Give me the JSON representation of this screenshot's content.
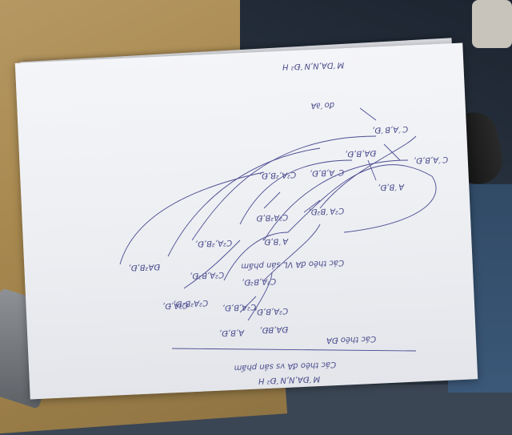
{
  "scene": {
    "description_free": true,
    "colors": {
      "desk": "#a8894f",
      "paper": "#eef0f4",
      "ink": "#4a4a8c",
      "background": "#2a3440"
    }
  },
  "notes": {
    "top_label": "M´DA,N,N´Đ² H",
    "top_sub": "đo´∂A",
    "nodes": [
      "C´A,B´Đ,",
      "C´A,B,Đ,",
      "ĐA,B,Đ,",
      "A´B,Đ,",
      "C´A,B,Đ,",
      "C²A,²B,Đ,",
      "C²A´B²Đ,",
      "C²A²B,Đ",
      "A´B,Đ,",
      "C²A,²B,Đ,",
      "ĐA²B,Đ,",
      "C²A,B²Đ,",
      "C²A,B²Đ,",
      "C²A²B²Đ,",
      "C²A,B,Đ,",
      "C²A,Đ,",
      "C²A,B,Đ,",
      "A,B,Đ,",
      "ĐA,BĐ,"
    ],
    "heading_mid": "Các thêo đA VL sản phẩm",
    "heading_low": "Các thêo ĐA",
    "footer": "Các thêo đA vs sản phẩm",
    "footer2": "M´ĐA,N,N´Đ² H"
  }
}
